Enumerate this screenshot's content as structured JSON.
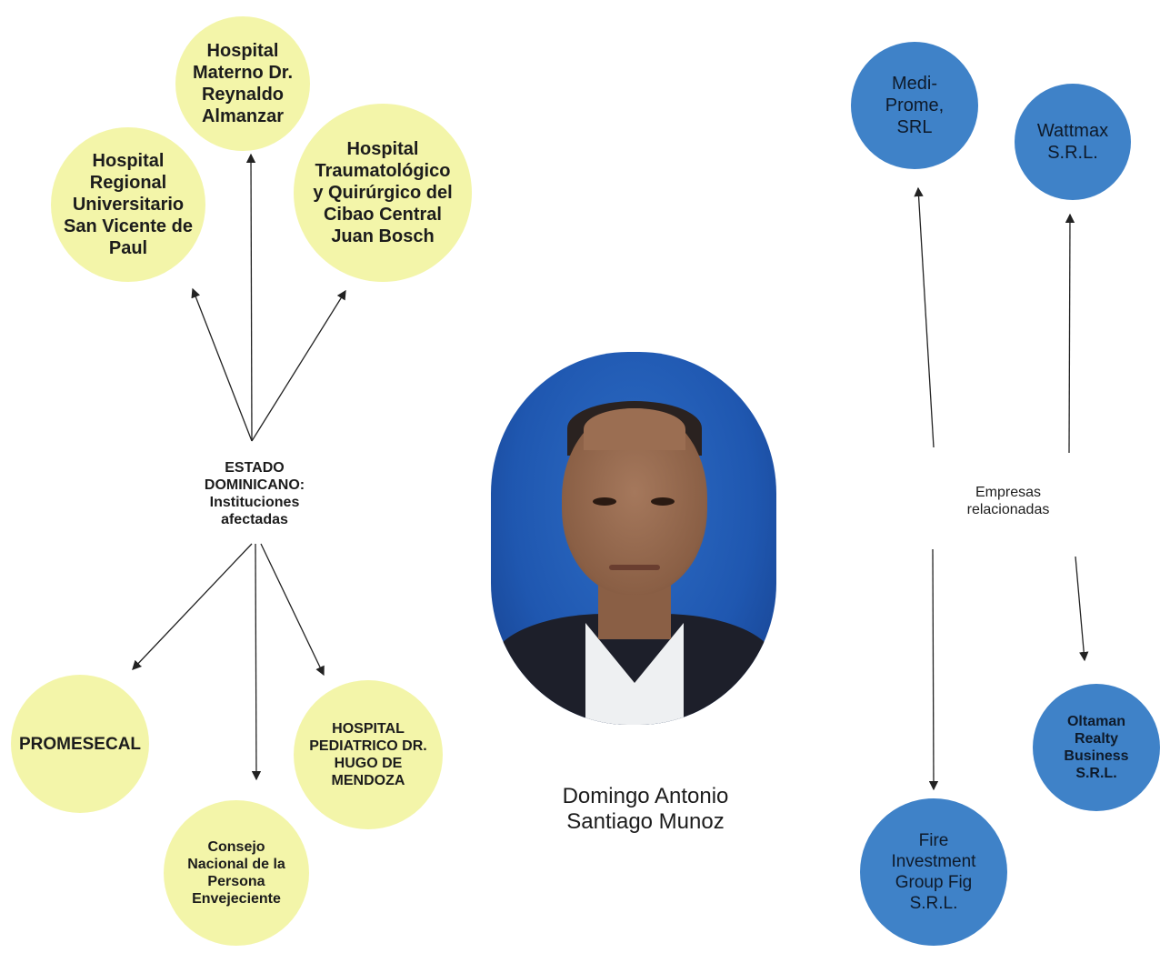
{
  "person": {
    "name": "Domingo Antonio\nSantiago Munoz"
  },
  "left_hub": {
    "label": "ESTADO\nDOMINICANO:\nInstituciones\nafectadas"
  },
  "right_hub": {
    "label": "Empresas\nrelacionadas"
  },
  "institutions": [
    {
      "label": "Hospital\nMaterno Dr.\nReynaldo\nAlmanzar"
    },
    {
      "label": "Hospital\nRegional\nUniversitario\nSan Vicente de\nPaul"
    },
    {
      "label": "Hospital\nTraumatológico\ny Quirúrgico del\nCibao Central\nJuan Bosch"
    },
    {
      "label": "PROMESECAL"
    },
    {
      "label": "HOSPITAL\nPEDIATRICO DR.\nHUGO DE\nMENDOZA"
    },
    {
      "label": "Consejo\nNacional de la\nPersona\nEnvejeciente"
    }
  ],
  "companies": [
    {
      "label": "Medi-\nProme,\nSRL"
    },
    {
      "label": "Wattmax\nS.R.L."
    },
    {
      "label": "Oltaman\nRealty\nBusiness\nS.R.L."
    },
    {
      "label": "Fire\nInvestment\nGroup Fig\nS.R.L."
    }
  ],
  "colors": {
    "institution_fill": "#f3f5a9",
    "company_fill": "#3f82c8",
    "connector": "#222222"
  }
}
